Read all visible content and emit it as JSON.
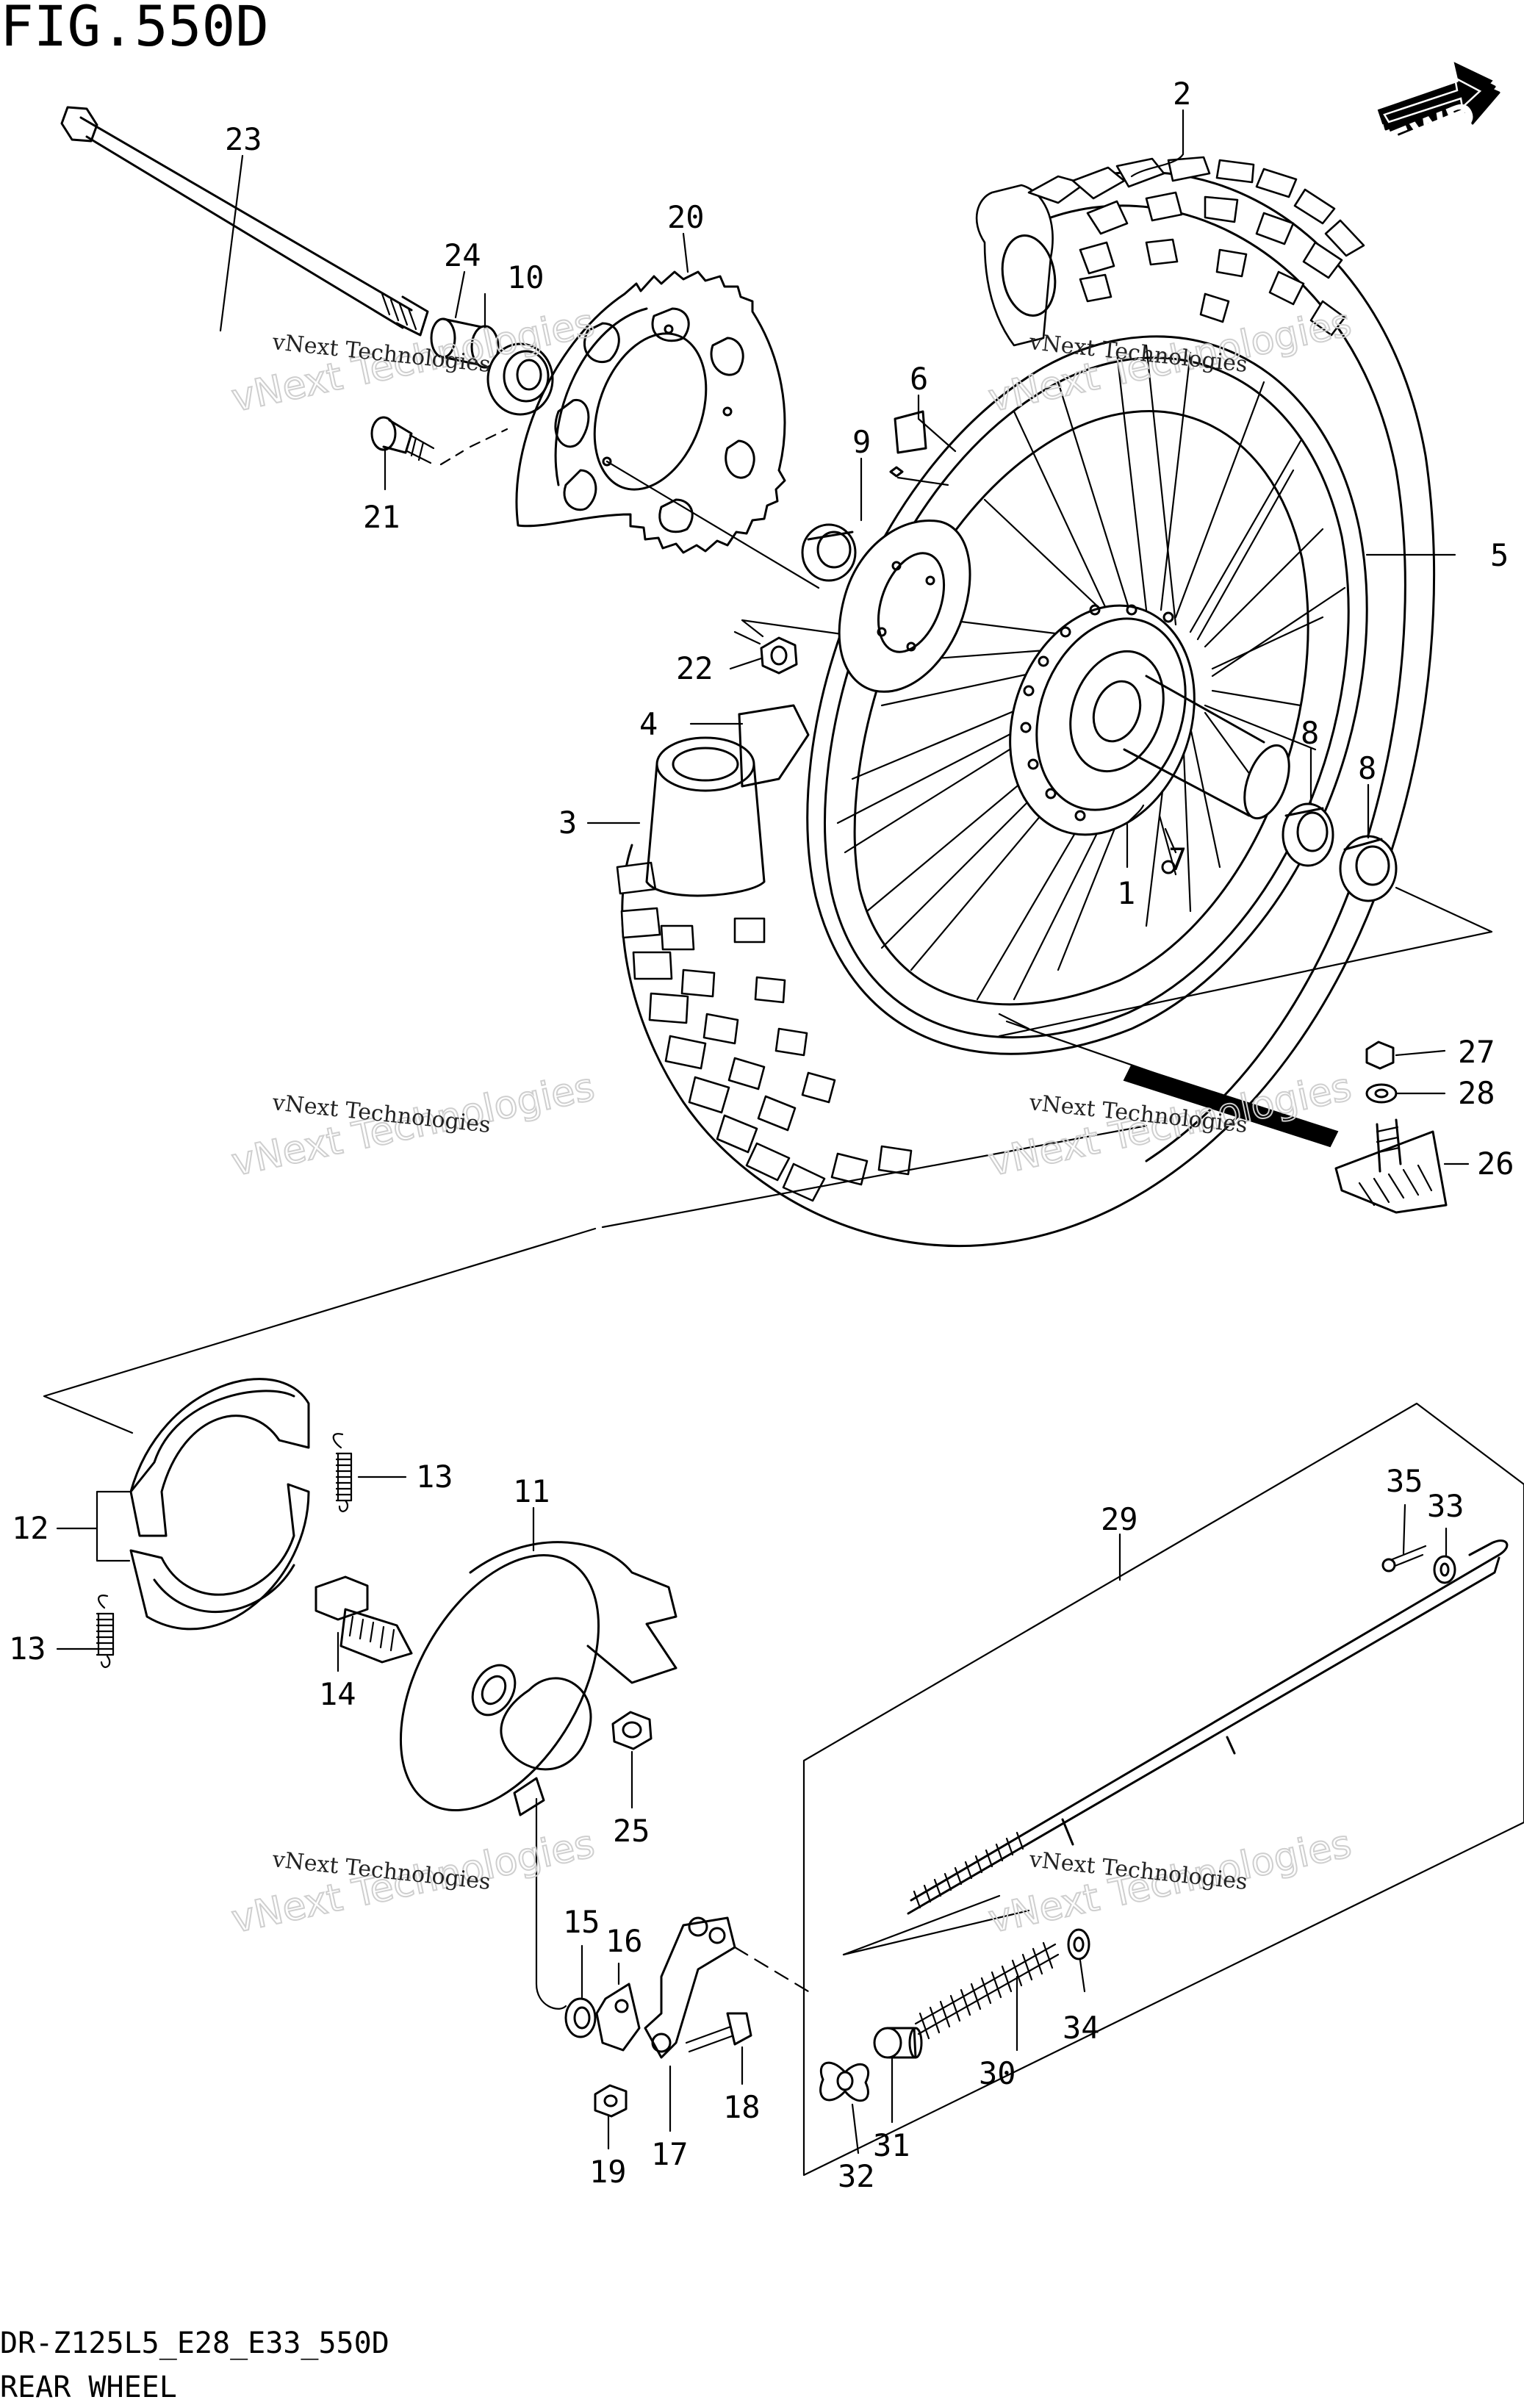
{
  "figure": {
    "id": "FIG.550D",
    "model_code": "DR-Z125L5_E28_E33_550D",
    "title": "REAR WHEEL",
    "direction_badge": "FWD"
  },
  "watermark": {
    "line1": "vNext Technologies",
    "line2": "vNext Technologies"
  },
  "callouts": [
    {
      "id": "c1",
      "text": "1"
    },
    {
      "id": "c2",
      "text": "2"
    },
    {
      "id": "c3",
      "text": "3"
    },
    {
      "id": "c4",
      "text": "4"
    },
    {
      "id": "c5",
      "text": "5"
    },
    {
      "id": "c6",
      "text": "6"
    },
    {
      "id": "c7",
      "text": "7"
    },
    {
      "id": "c8a",
      "text": "8"
    },
    {
      "id": "c8b",
      "text": "8"
    },
    {
      "id": "c9",
      "text": "9"
    },
    {
      "id": "c10",
      "text": "10"
    },
    {
      "id": "c11",
      "text": "11"
    },
    {
      "id": "c12",
      "text": "12"
    },
    {
      "id": "c13a",
      "text": "13"
    },
    {
      "id": "c13b",
      "text": "13"
    },
    {
      "id": "c14",
      "text": "14"
    },
    {
      "id": "c15",
      "text": "15"
    },
    {
      "id": "c16",
      "text": "16"
    },
    {
      "id": "c17",
      "text": "17"
    },
    {
      "id": "c18",
      "text": "18"
    },
    {
      "id": "c19",
      "text": "19"
    },
    {
      "id": "c20",
      "text": "20"
    },
    {
      "id": "c21",
      "text": "21"
    },
    {
      "id": "c22",
      "text": "22"
    },
    {
      "id": "c23",
      "text": "23"
    },
    {
      "id": "c24",
      "text": "24"
    },
    {
      "id": "c25",
      "text": "25"
    },
    {
      "id": "c26",
      "text": "26"
    },
    {
      "id": "c27",
      "text": "27"
    },
    {
      "id": "c28",
      "text": "28"
    },
    {
      "id": "c29",
      "text": "29"
    },
    {
      "id": "c30",
      "text": "30"
    },
    {
      "id": "c31",
      "text": "31"
    },
    {
      "id": "c32",
      "text": "32"
    },
    {
      "id": "c33",
      "text": "33"
    },
    {
      "id": "c34",
      "text": "34"
    },
    {
      "id": "c35",
      "text": "35"
    }
  ]
}
